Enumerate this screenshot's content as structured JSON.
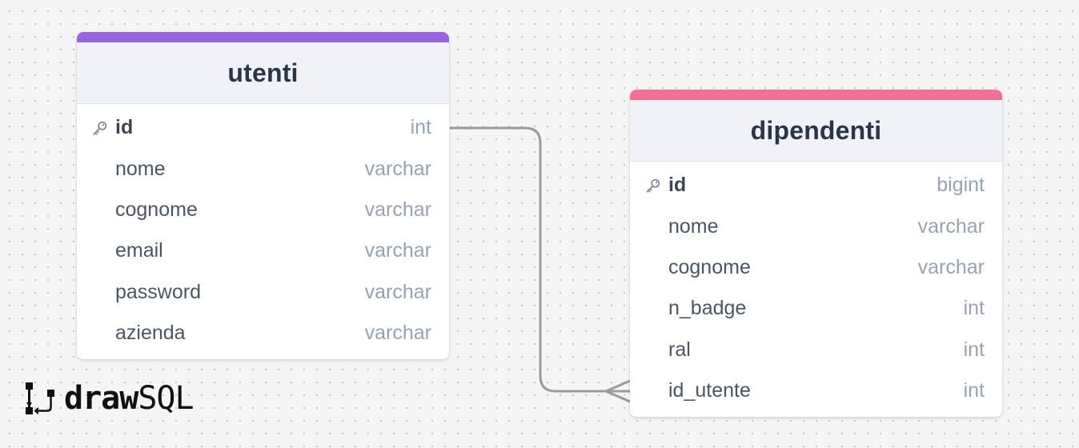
{
  "diagram": {
    "tables": [
      {
        "id": "utenti",
        "name": "utenti",
        "accent_color": "#9b63e0",
        "columns": [
          {
            "name": "id",
            "type": "int",
            "primary_key": true
          },
          {
            "name": "nome",
            "type": "varchar",
            "primary_key": false
          },
          {
            "name": "cognome",
            "type": "varchar",
            "primary_key": false
          },
          {
            "name": "email",
            "type": "varchar",
            "primary_key": false
          },
          {
            "name": "password",
            "type": "varchar",
            "primary_key": false
          },
          {
            "name": "azienda",
            "type": "varchar",
            "primary_key": false
          }
        ]
      },
      {
        "id": "dipendenti",
        "name": "dipendenti",
        "accent_color": "#f26f96",
        "columns": [
          {
            "name": "id",
            "type": "bigint",
            "primary_key": true
          },
          {
            "name": "nome",
            "type": "varchar",
            "primary_key": false
          },
          {
            "name": "cognome",
            "type": "varchar",
            "primary_key": false
          },
          {
            "name": "n_badge",
            "type": "int",
            "primary_key": false
          },
          {
            "name": "ral",
            "type": "int",
            "primary_key": false
          },
          {
            "name": "id_utente",
            "type": "int",
            "primary_key": false
          }
        ]
      }
    ],
    "relations": [
      {
        "from": "utenti.id",
        "to": "dipendenti.id_utente",
        "from_cardinality": "one",
        "to_cardinality": "many"
      }
    ]
  },
  "branding": {
    "logo_bold": "draw",
    "logo_light": "SQL"
  },
  "colors": {
    "relation_line": "#9a9a9a",
    "key_icon": "#7c8594"
  }
}
